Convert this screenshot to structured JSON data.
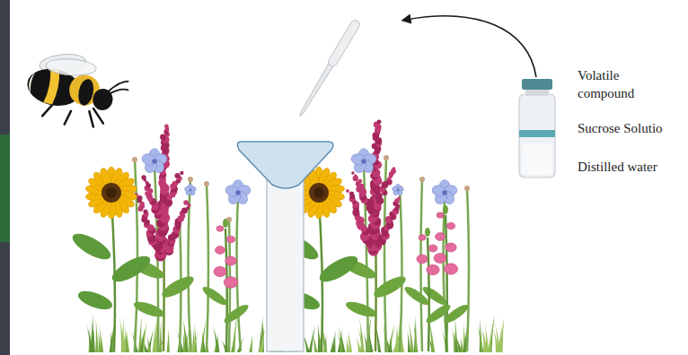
{
  "diagram": {
    "labels": [
      "Volatile compound",
      "Sucrose Solutio",
      "Distilled water"
    ]
  }
}
